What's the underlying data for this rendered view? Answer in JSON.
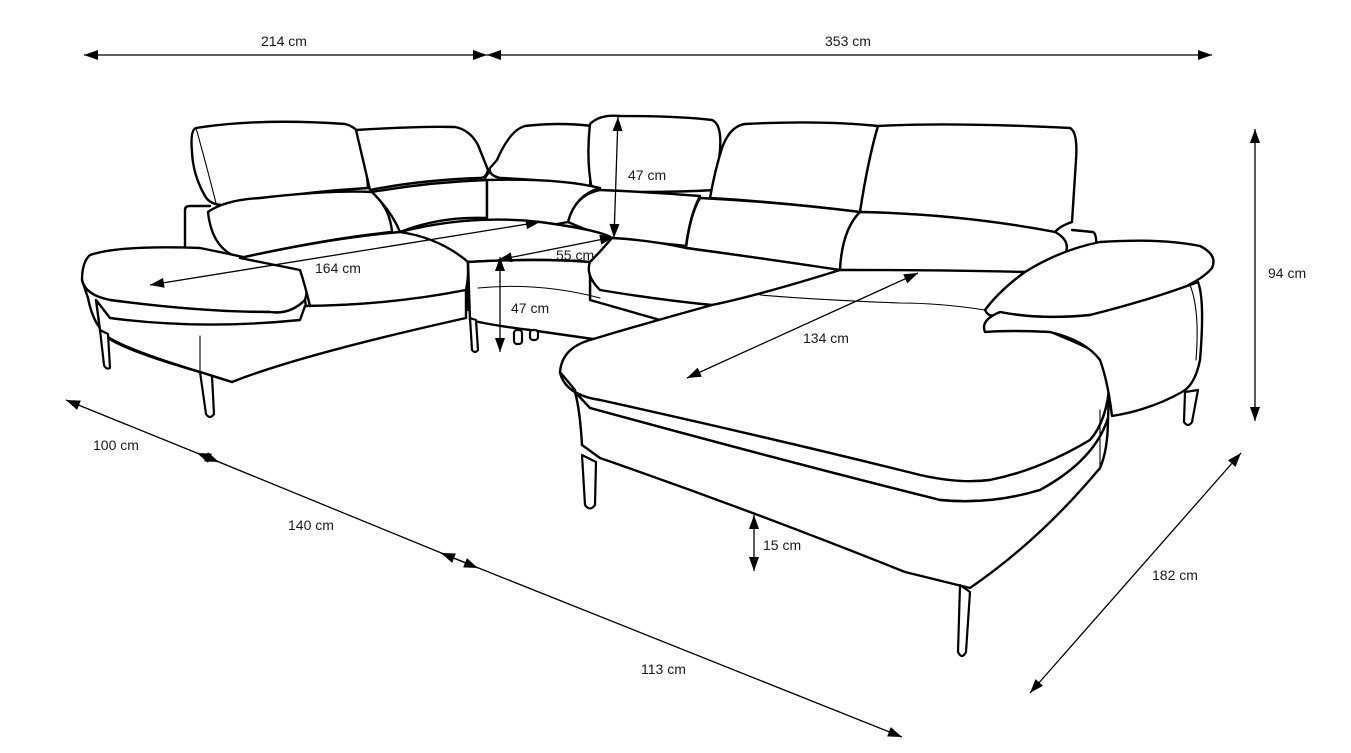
{
  "dimensions": {
    "width_left": "214 cm",
    "width_right": "353 cm",
    "backrest_height": "47 cm",
    "seat_depth_center": "55 cm",
    "seat_length_left": "164 cm",
    "seat_height": "47 cm",
    "chaise_length": "134 cm",
    "total_height": "94 cm",
    "depth_left": "100 cm",
    "left_base": "140 cm",
    "leg_height": "15 cm",
    "right_depth": "182 cm",
    "front_base": "113 cm"
  },
  "colors": {
    "line": "#000000",
    "background": "#ffffff",
    "text": "#1a1a1a"
  }
}
